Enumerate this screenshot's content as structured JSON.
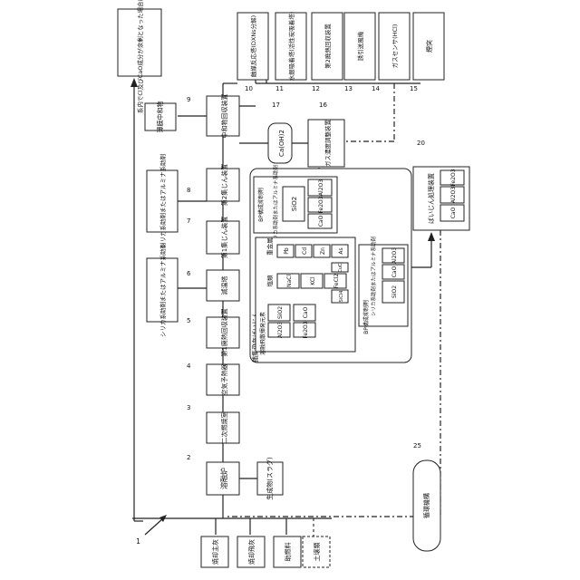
{
  "labels": {
    "figure_num": "1",
    "external_box": "系内でCl及びCaO成分が余剰となった場合は外部処理",
    "raw1": "焼却主灰",
    "raw2": "焼却飛灰",
    "raw3": "助燃料",
    "raw4": "土壌類",
    "n2": "2",
    "n3": "3",
    "n4": "4",
    "n5": "5",
    "n6": "6",
    "n7": "7",
    "n8": "8",
    "n9": "9",
    "n10": "10",
    "n11": "11",
    "n12": "12",
    "n13": "13",
    "n14": "14",
    "n15": "15",
    "n16": "16",
    "n17": "17",
    "n20": "20",
    "n25": "25",
    "melt_furnace": "溶融炉",
    "slag": "生成物(スラグ)",
    "secondary_combustion": "二次燃焼室",
    "air_preheater": "空気予熱器",
    "waste_heat1": "第1廃熱回収装置",
    "cooling_tower": "減温塔",
    "bag_filter1": "第1集じん装置",
    "bag_filter2": "第2集じん装置",
    "neutralization_recovery": "中和物回収装置",
    "neutralizer": "薄膜中和物",
    "catalyst_reactor": "触媒反応塔(DXNs分解)",
    "activated_carbon": "水銀吸着塔(活性炭吸着塔)",
    "waste_heat2": "第2廃熱回収装置",
    "induced_fan": "誘引送風機",
    "gas_sensor": "ガスセンサ(HCl)",
    "stack": "煙突",
    "caoh2": "Ca(OH)2",
    "gas_conc_adjust": "ガス濃度調整装置",
    "silica_agent1": "シリカ系助剤またはアルミナ系助剤",
    "silica_agent2": "シリカ系助剤またはアルミナ系助剤",
    "fly_ash_processing": "ばいじん処理装置",
    "processing_mechanism": "循環機構",
    "dust_label": "捕集飛灰ばいじん",
    "returning_elements": "溶融飛散揮発元素",
    "bp_suppressant": "BP構成抑制剤",
    "bp_suppressant2": "BP構成抑制剤",
    "silica_note": "シリカ系助剤またはアルミナ系助剤",
    "silica_note2": "シリカ系助剤またはアルミナ系助剤",
    "salt": "塩類",
    "heavy_metal": "重金属",
    "sio2": "SiO2",
    "al2o3": "Al2O3",
    "cao": "CaO",
    "fe2o3": "Fe2O3",
    "nacl": "NaCl",
    "kcl": "KCl",
    "fecl2": "FeCl2",
    "pb": "Pb",
    "cd": "Cd",
    "zn": "Zn",
    "as": "As",
    "cucl": "CuCl",
    "sicl4": "SiCl4"
  }
}
